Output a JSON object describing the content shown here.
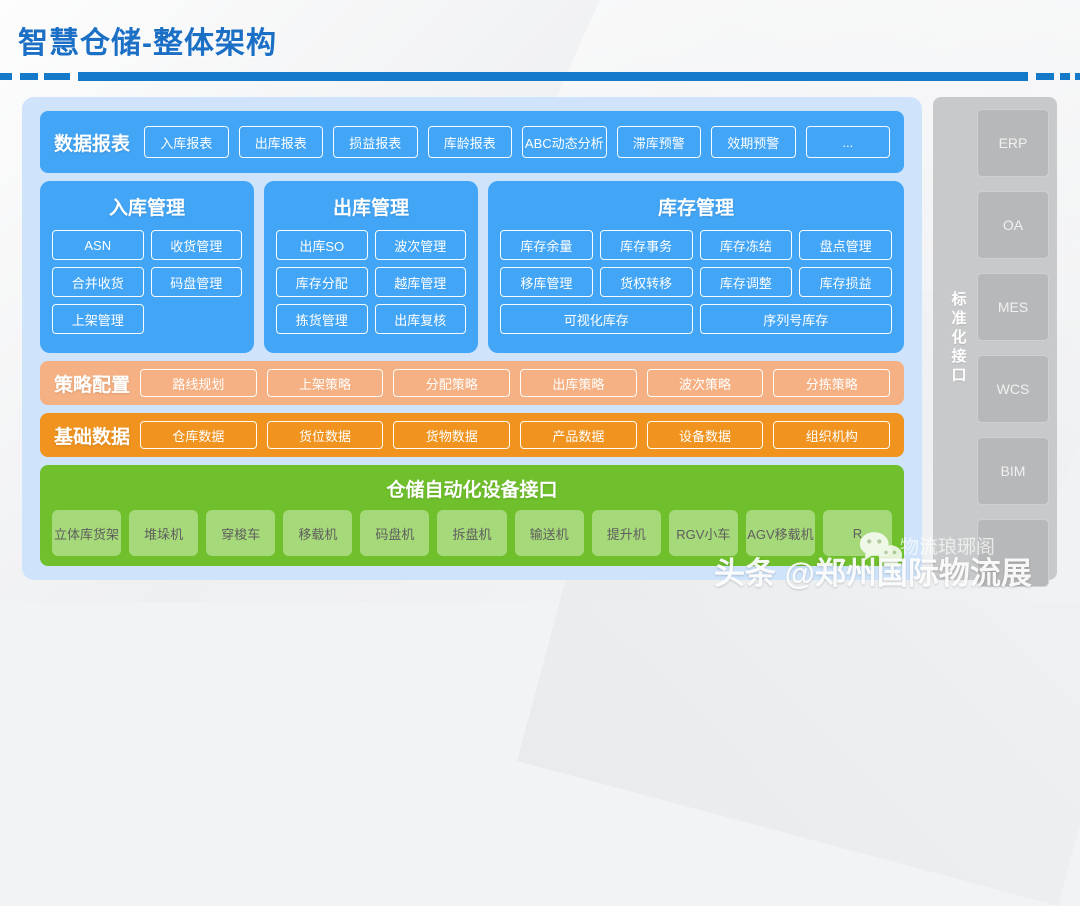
{
  "page": {
    "title": "智慧仓储-整体架构"
  },
  "reports": {
    "band_title": "数据报表",
    "items": [
      "入库报表",
      "出库报表",
      "损益报表",
      "库龄报表",
      "ABC动态分析",
      "滞库预警",
      "效期预警",
      "..."
    ]
  },
  "panels": [
    {
      "title": "入库管理",
      "items": [
        "ASN",
        "收货管理",
        "合并收货",
        "码盘管理",
        "上架管理"
      ]
    },
    {
      "title": "出库管理",
      "items": [
        "出库SO",
        "波次管理",
        "库存分配",
        "越库管理",
        "拣货管理",
        "出库复核"
      ]
    },
    {
      "title": "库存管理",
      "items": [
        "库存余量",
        "库存事务",
        "库存冻结",
        "盘点管理",
        "移库管理",
        "货权转移",
        "库存调整",
        "库存损益"
      ],
      "wide_items": [
        "可视化库存",
        "序列号库存"
      ]
    }
  ],
  "strategy": {
    "band_title": "策略配置",
    "items": [
      "路线规划",
      "上架策略",
      "分配策略",
      "出库策略",
      "波次策略",
      "分拣策略"
    ]
  },
  "basedata": {
    "band_title": "基础数据",
    "items": [
      "仓库数据",
      "货位数据",
      "货物数据",
      "产品数据",
      "设备数据",
      "组织机构"
    ]
  },
  "equipment": {
    "band_title": "仓储自动化设备接口",
    "items": [
      "立体库货架",
      "堆垛机",
      "穿梭车",
      "移载机",
      "码盘机",
      "拆盘机",
      "输送机",
      "提升机",
      "RGV小车",
      "AGV移载机",
      "R"
    ]
  },
  "sidecol": {
    "label": "标准化接口",
    "items": [
      "ERP",
      "OA",
      "MES",
      "WCS",
      "BIM",
      ""
    ]
  },
  "watermark": {
    "main": "头条 @郑州国际物流展",
    "sub": "物流琅琊阁"
  },
  "colors": {
    "title_blue": "#1b6fc4",
    "rule_blue": "#1579c9",
    "panel_bg": "#cfe4fb",
    "blue_band": "#42a5f5",
    "strategy_orange": "#f5b183",
    "basedata_orange": "#f0931f",
    "equipment_green": "#6fc02c",
    "equipment_chip": "#a6d97a",
    "sidecol_gray": "#c8c9ca"
  }
}
